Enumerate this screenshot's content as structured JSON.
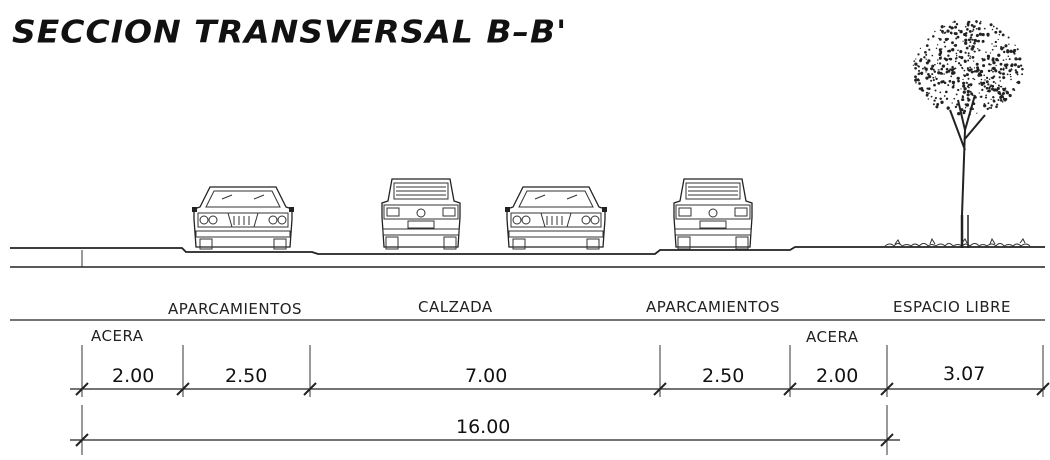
{
  "title": "SECCION TRANSVERSAL B–B'",
  "labels": {
    "aparcamientos_left": "APARCAMIENTOS",
    "calzada": "CALZADA",
    "aparcamientos_right": "APARCAMIENTOS",
    "espacio_libre": "ESPACIO LIBRE",
    "acera_left": "ACERA",
    "acera_right": "ACERA"
  },
  "dimensions": {
    "acera_left": "2.00",
    "aparcamiento_left": "2.50",
    "calzada": "7.00",
    "aparcamiento_right": "2.50",
    "acera_right": "2.00",
    "espacio_libre": "3.07",
    "total": "16.00"
  },
  "vehicles": [
    {
      "view": "front",
      "type": "sedan"
    },
    {
      "view": "rear",
      "type": "sedan"
    },
    {
      "view": "front",
      "type": "sedan"
    },
    {
      "view": "rear",
      "type": "sedan"
    }
  ],
  "colors": {
    "ink": "#222222",
    "background": "#ffffff"
  }
}
